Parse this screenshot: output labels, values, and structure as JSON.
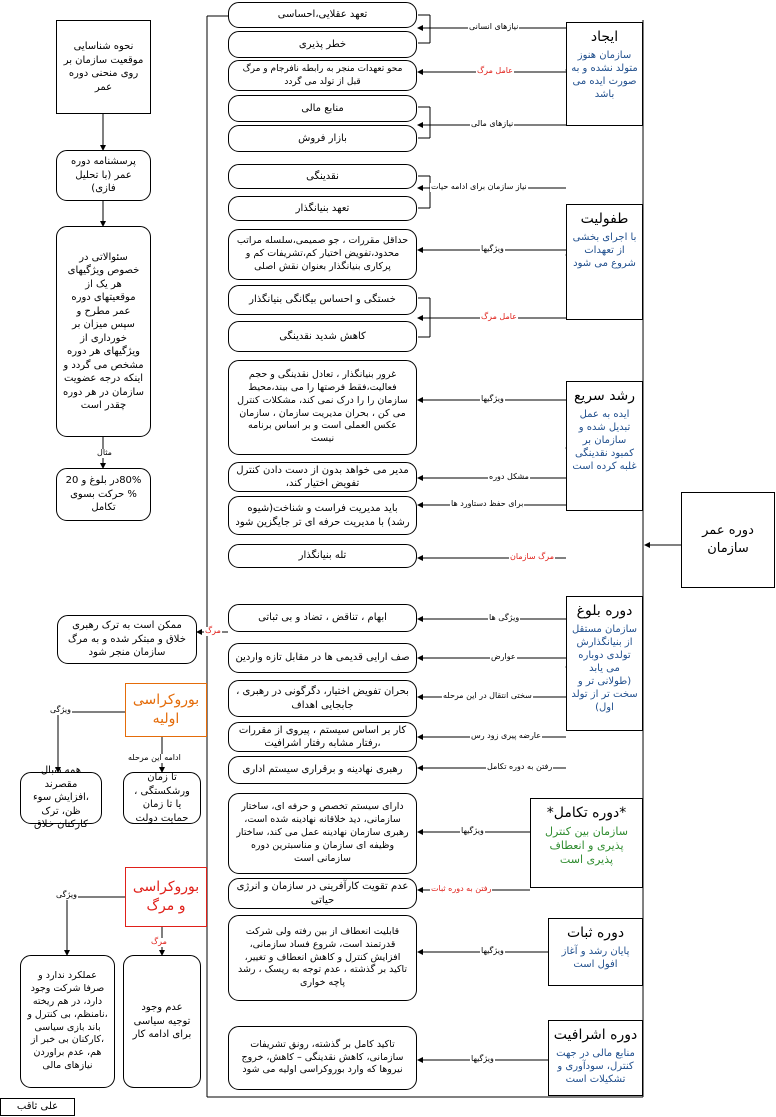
{
  "title_box": "دوره عمر سازمان",
  "left": {
    "b1": "نحوه شناسایی موقعیت سازمان بر روی منحنی دوره عمر",
    "b2": "پرسشنامه دوره عمر (با تحلیل فازی)",
    "b3": "سئوالاتی در خصوص ویژگیهای هر یک از موقعیتهای دوره عمر مطرح و سپس میزان بر خورداری از ویژگیهای هر دوره مشخص می گردد و اینکه درجه عضویت سازمان در هر دوره چقدر است",
    "b3_label": "مثال",
    "b4": "80%در بلوغ و 20 % حرکت بسوی تکامل"
  },
  "stages": {
    "ijad": {
      "title": "ایجاد",
      "desc": "سازمان هنوز متولد نشده و به صورت ایده می باشد"
    },
    "tofuliat": {
      "title": "طفولیت",
      "desc": "با اجرای بخشی از تعهدات شروع می شود"
    },
    "roshd": {
      "title": "رشد سریع",
      "desc": "ایده به عمل تبدیل شده و سازمان بر کمبود نقدینگی غلبه کرده است"
    },
    "bolugh": {
      "title": "دوره بلوغ",
      "desc": "سازمان مستقل از بنیانگذارش تولدی دوباره می یابد (طولانی تر و سخت تر از تولد اول)"
    },
    "takamol": {
      "title": "*دوره تکامل*",
      "desc": "سازمان بین کنترل پذیری و انعطاف پذیری است"
    },
    "sobat": {
      "title": "دوره ثبات",
      "desc": "پایان رشد و آغاز افول است"
    },
    "ashrafiat": {
      "title": "دوره اشرافیت",
      "desc": "منابع مالی در جهت کنترل، سودآوری و تشکیلات است"
    }
  },
  "items": {
    "i1": "تعهد عقلایی،احساسی",
    "i2": "خطر پذیری",
    "i3": "محو تعهدات منجر به رابطه نافرجام و مرگ قبل از تولد می گردد",
    "i4": "منابع مالی",
    "i5": "بازار فروش",
    "i6": "نقدینگی",
    "i7": "تعهد بنیانگذار",
    "i8": "حداقل مقررات ، جو صمیمی،سلسله مراتب محدود،تفویض اختیار کم،تشریفات کم و پرکاری بنیانگذار بعنوان نقش اصلی",
    "i9": "خستگی و احساس بیگانگی بنیانگذار",
    "i10": "کاهش شدید نقدینگی",
    "i11": "غرور بنیانگذار ، تعادل نقدینگی و حجم فعالیت،فقط فرصتها را می بیند،محیط سازمان را را درک نمی کند، مشکلات کنترل می کن ، بحران مدیریت سازمان ، سازمان عکس العملی است و بر اساس برنامه نیست",
    "i12": "مدیر می خواهد بدون از دست دادن کنترل تفویض اختیار کند،",
    "i13": "باید مدیریت فراست و شناخت(شیوه رشد) با مدیریت حرفه ای تر جایگزین شود",
    "i14": "تله بنیانگذار",
    "i15": "ابهام ، تناقض ، تضاد و بی ثباتی",
    "i16": "صف ارایی قدیمی ها در مقابل تازه واردین",
    "i17": "بحران تفویض اختیار، دگرگونی در رهبری ، جابجایی اهداف",
    "i18": "کار بر اساس سیستم ، پیروی از مقررات ،رفتار مشابه رفتار اشرافیت",
    "i19": "رهبری نهادینه و برقراری سیستم اداری",
    "i20": "دارای سیستم تخصص و حرفه ای، ساختار سازمانی، دید خلاقانه نهادینه شده است، رهبری سازمان نهادینه عمل می کند، ساختار وظیفه ای سازمان و مناسبترین دوره سازمانی است",
    "i21": "عدم تقویت کارآفرینی در سازمان و انرژی حیاتی",
    "i22": "قابلیت انعطاف از بین رفته ولی شرکت قدرتمند است، شروع فساد سازمانی، افزایش کنترل و کاهش انعطاف و تغییر، تاکید بر گذشته ، عدم توجه به ریسک ، رشد پاچه خواری",
    "i23": "تاکید کامل بر گذشته، رونق تشریفات سازمانی، کاهش نقدینگی – کاهش، خروج نیروها که وارد بوروکراسی اولیه می شود",
    "death": "ممکن است به ترک رهبری خلاق و مبتکر شده و به مرگ سازمان منجر شود"
  },
  "labels": {
    "l1": "نیازهای انسانی",
    "l2": "عامل مرگ",
    "l3": "نیازهای مالی",
    "l4": "نیاز سازمان برای ادامه حیات",
    "l5": "ویژگیها",
    "l6": "عامل مرگ",
    "l7": "ویژگیها",
    "l8": "مشکل دوره",
    "l9": "برای حفظ دستاورد ها",
    "l10": "مرگ سازمان",
    "l11": "ویژگی ها",
    "l12": "عوارض",
    "l13": "سختی انتقال در این مرحله",
    "l14": "عارضه پیری زود رس",
    "l15": "رفتن به دوره تکامل",
    "l16": "ویژگیها",
    "l17": "رفتن به دوره ثبات",
    "l18": "ویژگیها",
    "l19": "ویژگیها",
    "l20": "مرگ"
  },
  "bureau1": {
    "title": "بوروکراسی اولیه",
    "lbl_feature": "ویژگی",
    "lbl_continue": "ادامه این مرحله",
    "left": "همه دنبال مقصرند ،افزایش سوء ظن، ترک کارکنان خلاق",
    "right": "تا زمان ورشکستگی ، یا تا زمان حمایت دولت"
  },
  "bureau2": {
    "title": "بوروکراسی و مرگ",
    "lbl_feature": "ویژگی",
    "lbl_death": "مرگ",
    "left": "عملکرد ندارد و صرفا شرکت وجود دارد، در هم ریخته ،نامنظم، بی کنترل و باند بازی سیاسی ،کارکنان بی خبر از هم، عدم براوردن نیازهای مالی",
    "right": "عدم وجود توجیه سیاسی برای ادامه کار"
  },
  "footer": "علی ثاقب",
  "colors": {
    "stage_desc": "#1f4e8c",
    "red": "#e0201a",
    "orange": "#e46c0a",
    "green": "#2e8b2e"
  }
}
